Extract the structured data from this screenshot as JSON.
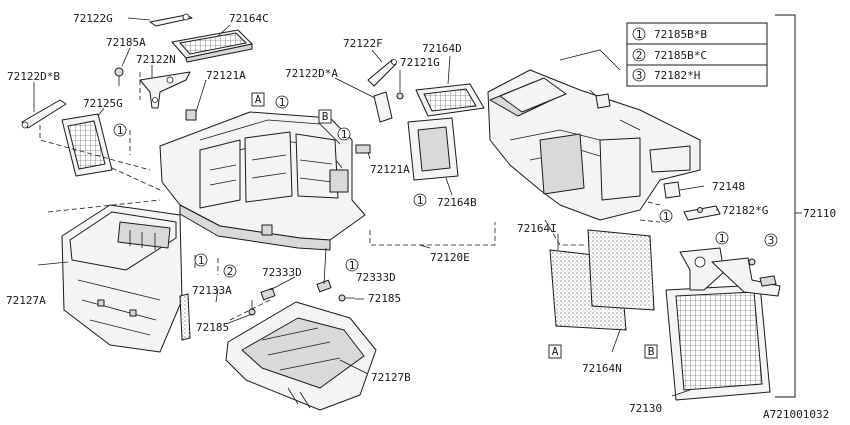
{
  "legend": [
    {
      "num": "1",
      "part": "72185B*B"
    },
    {
      "num": "2",
      "part": "72185B*C"
    },
    {
      "num": "3",
      "part": "72182*H"
    }
  ],
  "labels": {
    "p72122G": "72122G",
    "p72164C": "72164C",
    "p72185A": "72185A",
    "p72122N": "72122N",
    "p72121A_top": "72121A",
    "p72122DB": "72122D*B",
    "p72125G": "72125G",
    "p72122F": "72122F",
    "p72164D": "72164D",
    "p72122DA": "72122D*A",
    "p72121G": "72121G",
    "p72121A_mid": "72121A",
    "p72164B": "72164B",
    "p72148": "72148",
    "p72182G": "72182*G",
    "p72110": "72110",
    "p72164I": "72164I",
    "p72120E": "72120E",
    "p72127A": "72127A",
    "p72133A": "72133A",
    "p72333D_a": "72333D",
    "p72333D_b": "72333D",
    "p72185_a": "72185",
    "p72185_b": "72185",
    "p72127B": "72127B",
    "p72164N": "72164N",
    "p72130": "72130",
    "drawing_id": "A721001032"
  },
  "callouts": {
    "A": "A",
    "B": "B",
    "one": "1",
    "two": "2",
    "three": "3"
  }
}
